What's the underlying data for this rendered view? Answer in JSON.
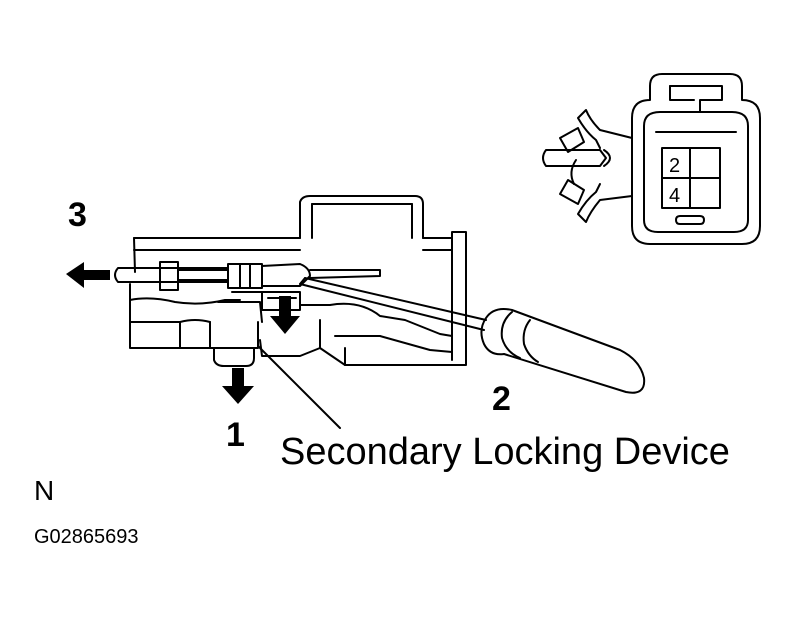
{
  "steps": {
    "one": "1",
    "two": "2",
    "three": "3"
  },
  "callout": "Secondary Locking Device",
  "connector_face": {
    "pin_upper": "2",
    "pin_lower": "4"
  },
  "footer": {
    "view_letter": "N",
    "figure_code": "G02865693"
  },
  "colors": {
    "ink": "#000000",
    "paper": "#ffffff"
  }
}
